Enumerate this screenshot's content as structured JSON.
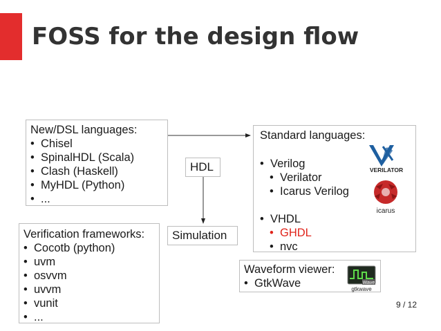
{
  "slide": {
    "title": "FOSS for the design flow",
    "accent_color": "#e32d2d",
    "page_number": "9 / 12"
  },
  "dsl_box": {
    "heading": "New/DSL languages:",
    "items": [
      "Chisel",
      "SpinalHDL (Scala)",
      "Clash (Haskell)",
      "MyHDL (Python)",
      "..."
    ]
  },
  "hdl_label": "HDL",
  "simulation_label": "Simulation",
  "standard_box": {
    "heading": "Standard languages:",
    "verilog": "Verilog",
    "verilog_tools": [
      "Verilator",
      "Icarus Verilog"
    ],
    "vhdl": "VHDL",
    "vhdl_tools": [
      "GHDL",
      "nvc"
    ],
    "highlight_color": "#e0241b"
  },
  "verification_box": {
    "heading": "Verification frameworks:",
    "items": [
      "Cocotb (python)",
      "uvm",
      "osvvm",
      "uvvm",
      "vunit",
      "..."
    ]
  },
  "waveform_box": {
    "heading": "Waveform viewer:",
    "items": [
      "GtkWave"
    ]
  },
  "logos": {
    "verilator": "VERILATOR",
    "icarus": "icarus",
    "gtkwave_badge": "Wave",
    "gtkwave": "gtkwave"
  }
}
